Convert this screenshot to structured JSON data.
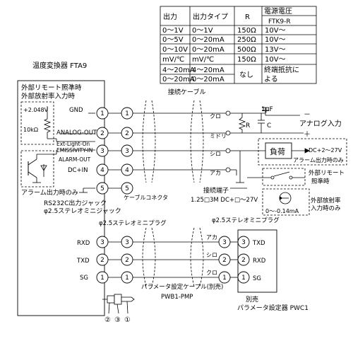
{
  "table": {
    "headers": [
      "出力",
      "出力タイプ",
      "R",
      "電源電圧"
    ],
    "header_sub": "FTK9-R",
    "rows": [
      [
        "0～1V",
        "0～1V",
        "150Ω",
        "10V～"
      ],
      [
        "0～5V",
        "0～20mA",
        "250Ω",
        "10V～"
      ],
      [
        "0～10V",
        "0～20mA",
        "500Ω",
        "13V～"
      ],
      [
        "mV/℃",
        "mV/℃",
        "150Ω",
        "10V～"
      ],
      [
        "4～20mA",
        "4～20mA",
        "なし",
        "終端抵抗に"
      ],
      [
        "0～20mA",
        "0～20mA",
        "",
        "よる"
      ]
    ]
  },
  "device": {
    "title": "温度変換器 FTA9",
    "remote_line1": "外部リモート照準時",
    "remote_line2": "外部放射率入力時",
    "voltage": "+2.048V",
    "resistor": "10kΩ",
    "alarm_note": "アラーム出力時のみ",
    "rs_line1": "RS232C出力ジャック",
    "rs_line2": "φ2.5ステレオミニジャック"
  },
  "terminals": {
    "gnd": "GND",
    "analog": "ANALOG-OUT",
    "ext1": "Ext-Light-On",
    "ext2": "EMISSIVITY-IN",
    "alarm": "ALARM-OUT",
    "dc": "DC+IN",
    "rxd": "RXD",
    "txd": "TXD",
    "sg": "SG"
  },
  "numbers": [
    "1",
    "2",
    "3",
    "4",
    "5"
  ],
  "cable": {
    "label": "接続ケーブル",
    "connector": "ケーブルコネクタ",
    "wires": [
      "クロ",
      "ミドリ",
      "シロ",
      "アカ"
    ],
    "param_label": "パラメータ設定ケーブル(別売)",
    "param_model": "PWB1-PMP",
    "param_wires": [
      "アカ",
      "シロ",
      "クロ"
    ],
    "plug_left": "φ2.5ステレオミニプラグ",
    "plug_right": "φ2.5ステレオミニプラグ"
  },
  "right": {
    "cap": "1μF",
    "analog_in": "アナログ入力",
    "minus": "－",
    "plus": "＋",
    "r": "R",
    "c": "C",
    "load": "負荷",
    "dc_load": "DC+2～27V",
    "alarm_only": "アラーム出力時のみ",
    "terminal_label": "接続端子",
    "terminal_spec": "1.25□3M DC+□～27V",
    "remote1": "外部リモート",
    "remote2": "照準時",
    "emis1": "外部放射率",
    "emis2": "入力時のみ",
    "current": "0～-0.14mA"
  },
  "pwc": {
    "sold": "別売",
    "name": "パラメータ設定器 PWC1"
  },
  "plug_markers": [
    "②",
    "③",
    "①"
  ]
}
